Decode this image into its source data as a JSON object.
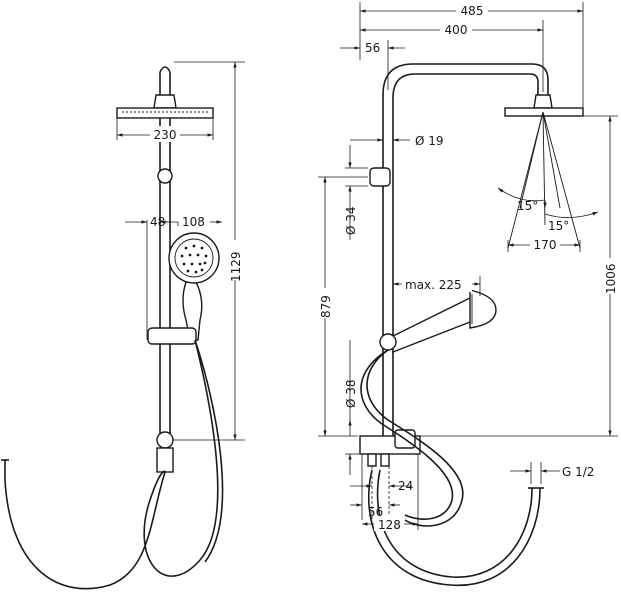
{
  "front_view": {
    "dim_head_width": "230",
    "dim_offset_48": "48",
    "dim_handshower": "108",
    "dim_total_height": "1129"
  },
  "side_view": {
    "dim_overall_reach": "485",
    "dim_arm_reach": "400",
    "dim_56_top": "56",
    "dim_rail_dia": "Ø 19",
    "dim_holder_dia": "Ø 34",
    "dim_height_879": "879",
    "dim_max_225": "max. 225",
    "dim_mixer_dia": "Ø 38",
    "dim_24": "24",
    "dim_56_bottom": "56",
    "dim_128": "128",
    "dim_head_height": "1006",
    "dim_spray_170": "170",
    "dim_angle_left": "15°",
    "dim_angle_right": "15°",
    "dim_thread": "G 1/2"
  }
}
